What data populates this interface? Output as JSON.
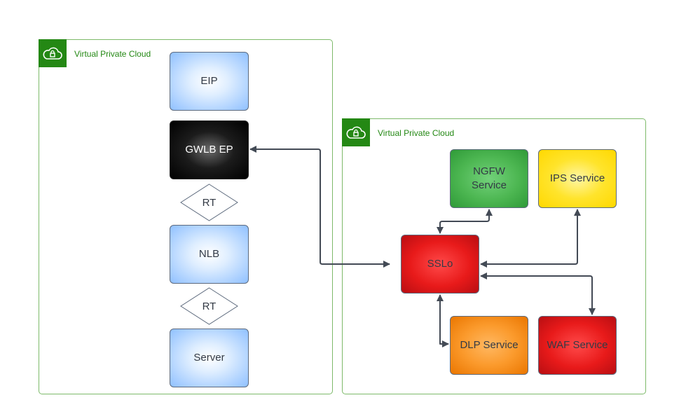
{
  "containers": [
    {
      "label": "Virtual Private Cloud",
      "icon": "cloud-lock-icon"
    },
    {
      "label": "Virtual Private Cloud",
      "icon": "cloud-lock-icon"
    }
  ],
  "left_vpc": {
    "nodes": {
      "eip": "EIP",
      "gwlb_ep": "GWLB EP",
      "rt1": "RT",
      "nlb": "NLB",
      "rt2": "RT",
      "server": "Server"
    }
  },
  "right_vpc": {
    "nodes": {
      "ngfw": "NGFW Service",
      "ips": "IPS Service",
      "sslo": "SSLo",
      "dlp": "DLP Service",
      "waf": "WAF Service"
    }
  },
  "connections": [
    {
      "from": "GWLB EP",
      "to": "SSLo",
      "bidirectional": true
    },
    {
      "from": "SSLo",
      "to": "NGFW Service",
      "bidirectional": true
    },
    {
      "from": "SSLo",
      "to": "IPS Service",
      "bidirectional": true
    },
    {
      "from": "SSLo",
      "to": "WAF Service",
      "bidirectional": true
    },
    {
      "from": "SSLo",
      "to": "DLP Service",
      "bidirectional": true
    }
  ],
  "colors": {
    "vpc_border": "#7dba6a",
    "vpc_badge": "#248814",
    "connector": "#434a55"
  }
}
